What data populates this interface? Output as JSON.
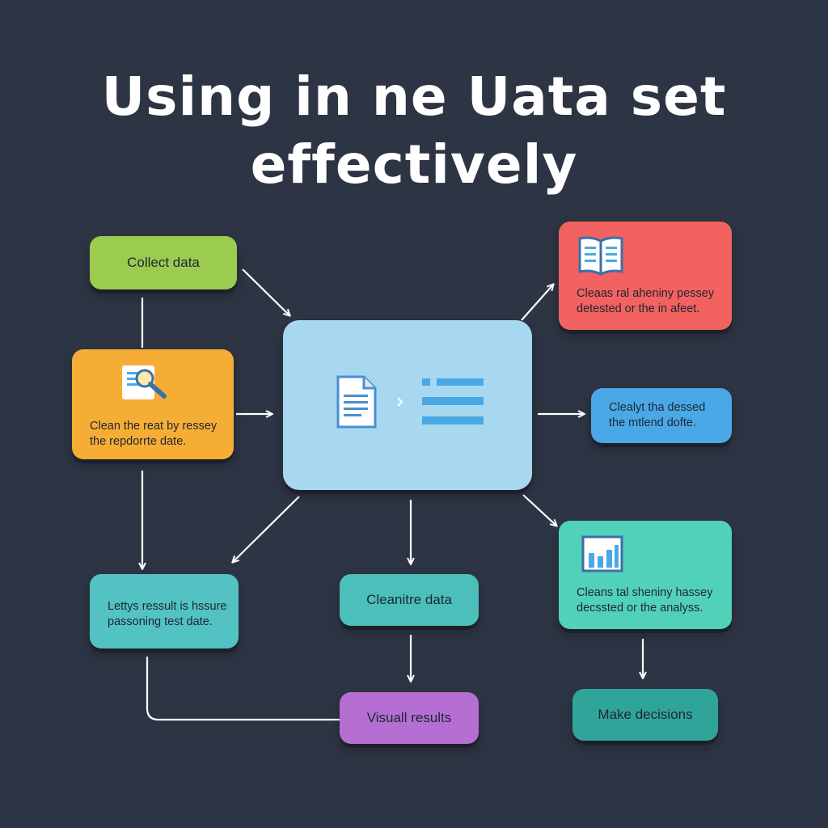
{
  "title": {
    "line1": "Using in  ne Uata set",
    "line2": "effectively"
  },
  "nodes": {
    "collect": {
      "label": "Collect data"
    },
    "clean_report": {
      "line1": "Clean the reat by ressey",
      "line2": "the repdorrte date."
    },
    "center": {
      "icons": [
        "document-icon",
        "list-icon"
      ]
    },
    "top_right": {
      "line1": "Cleaas ral aheniny pessey",
      "line2": "detested or the in afeet."
    },
    "middle_right": {
      "line1": "Clealyt tha dessed",
      "line2": "the mtlend dofte."
    },
    "bottom_right": {
      "line1": "Cleans tal sheniny hassey",
      "line2": "decssted or the analyss."
    },
    "results": {
      "line1": "Lettys ressult is hssure",
      "line2": "passoning test date."
    },
    "clean_data": {
      "label": "Cleanitre data"
    },
    "visual": {
      "label": "Visuall results"
    },
    "decisions": {
      "label": "Make decisions"
    }
  },
  "colors": {
    "background": "#2d3443",
    "collect": "#9bcc50",
    "clean_report": "#f6ad35",
    "center": "#a7d8ef",
    "top_right": "#f26260",
    "middle_right": "#4aa8e6",
    "bottom_right": "#52d1b9",
    "results": "#52c2c2",
    "clean_data": "#4bbfba",
    "visual": "#b56ed2",
    "decisions": "#31a49a",
    "arrow": "#ffffff"
  }
}
